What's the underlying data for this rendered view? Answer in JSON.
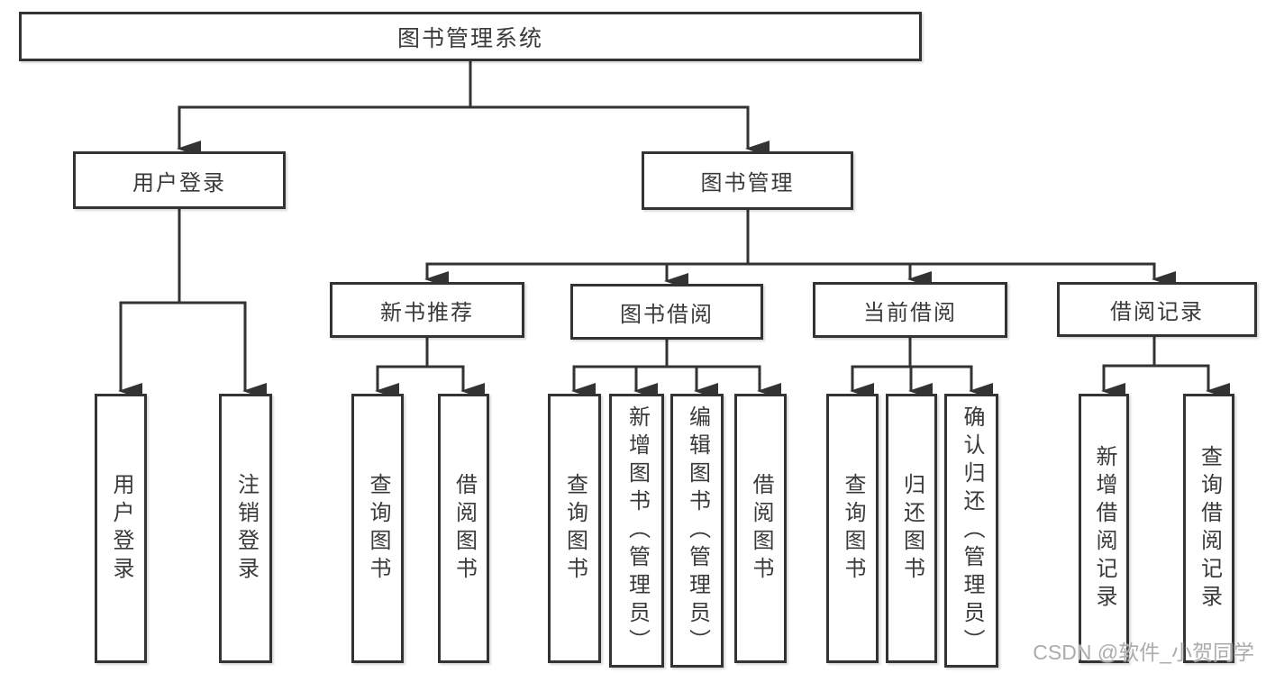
{
  "diagram": {
    "root_label": "图书管理系统",
    "level2": {
      "user_login": "用户登录",
      "book_management": "图书管理"
    },
    "level3": {
      "new_book_recommend": "新书推荐",
      "book_borrow": "图书借阅",
      "current_borrow": "当前借阅",
      "borrow_records": "借阅记录"
    },
    "leaves": {
      "user_login": [
        "用户登录",
        "注销登录"
      ],
      "new_book_recommend": [
        "查询图书",
        "借阅图书"
      ],
      "book_borrow": [
        "查询图书",
        "新增图书（管理员）",
        "编辑图书（管理员）",
        "借阅图书"
      ],
      "current_borrow": [
        "查询图书",
        "归还图书",
        "确认归还（管理员）"
      ],
      "borrow_records": [
        "新增借阅记录",
        "查询借阅记录"
      ]
    }
  },
  "watermark": "CSDN @软件_小贺同学",
  "colors": {
    "line": "#333333",
    "text": "#3a3a3a",
    "background": "#ffffff"
  }
}
